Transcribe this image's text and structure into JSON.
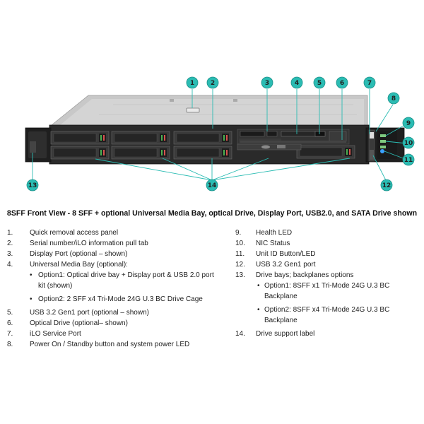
{
  "callouts": [
    "1",
    "2",
    "3",
    "4",
    "5",
    "6",
    "7",
    "8",
    "9",
    "10",
    "11",
    "12",
    "13",
    "14"
  ],
  "caption": "8SFF Front View - 8 SFF + optional Universal Media Bay, optical Drive, Display Port, USB2.0, and SATA Drive shown",
  "legend_left": [
    {
      "num": "1.",
      "text": "Quick removal access panel"
    },
    {
      "num": "2.",
      "text": "Serial number/iLO information pull tab"
    },
    {
      "num": "3.",
      "text": "Display Port (optional – shown)"
    },
    {
      "num": "4.",
      "text": "Universal Media Bay (optional):"
    },
    {
      "bullet": "•",
      "text": "Option1: Optical drive bay + Display port & USB 2.0 port kit (shown)"
    },
    {
      "bullet": "•",
      "text": "Option2: 2 SFF x4 Tri-Mode 24G U.3 BC Drive Cage"
    },
    {
      "num": "5.",
      "text": "USB 3.2 Gen1 port (optional – shown)"
    },
    {
      "num": "6.",
      "text": "Optical Drive (optional– shown)"
    },
    {
      "num": "7.",
      "text": "iLO Service Port"
    },
    {
      "num": "8.",
      "text": "Power On / Standby button and system power LED"
    }
  ],
  "legend_right": [
    {
      "num": "9.",
      "text": "Health LED"
    },
    {
      "num": "10.",
      "text": "NIC Status"
    },
    {
      "num": "11.",
      "text": "Unit ID Button/LED"
    },
    {
      "num": "12.",
      "text": "USB 3.2 Gen1 port"
    },
    {
      "num": "13.",
      "text": "Drive bays; backplanes options"
    },
    {
      "bullet": "•",
      "text": "Option1: 8SFF x1 Tri-Mode 24G U.3 BC Backplane"
    },
    {
      "bullet": "•",
      "text": "Option2: 8SFF x4 Tri-Mode 24G U.3 BC Backplane"
    },
    {
      "num": "14.",
      "text": "Drive support label"
    }
  ],
  "colors": {
    "callout_fill": "#2bbcb3",
    "callout_stroke": "#1a8f88",
    "leader": "#2bbcb3",
    "chassis_dark": "#2b2b2b",
    "chassis_top": "#c9c9c9",
    "drive_green": "#4caf50"
  }
}
